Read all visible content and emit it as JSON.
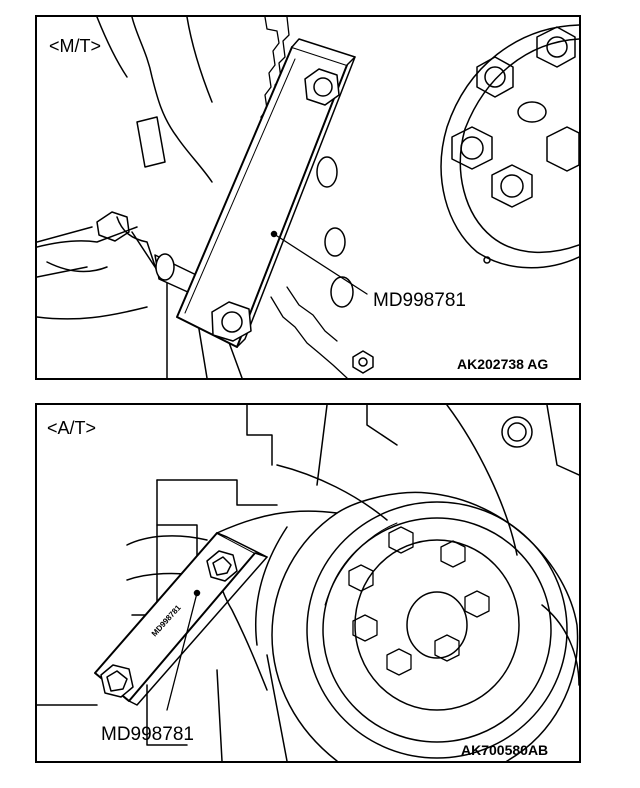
{
  "figures": [
    {
      "variant_label": "<M/T>",
      "tool_label": "MD998781",
      "figure_code": "AK202738 AG",
      "callout_target": "special-tool-flywheel-stopper"
    },
    {
      "variant_label": "<A/T>",
      "tool_label": "MD998781",
      "figure_code": "AK700580AB",
      "tool_engraving": "MD998781",
      "callout_target": "special-tool-flywheel-stopper"
    }
  ],
  "colors": {
    "line": "#000000",
    "fill": "#ffffff",
    "shade": "#bbbbbb"
  }
}
